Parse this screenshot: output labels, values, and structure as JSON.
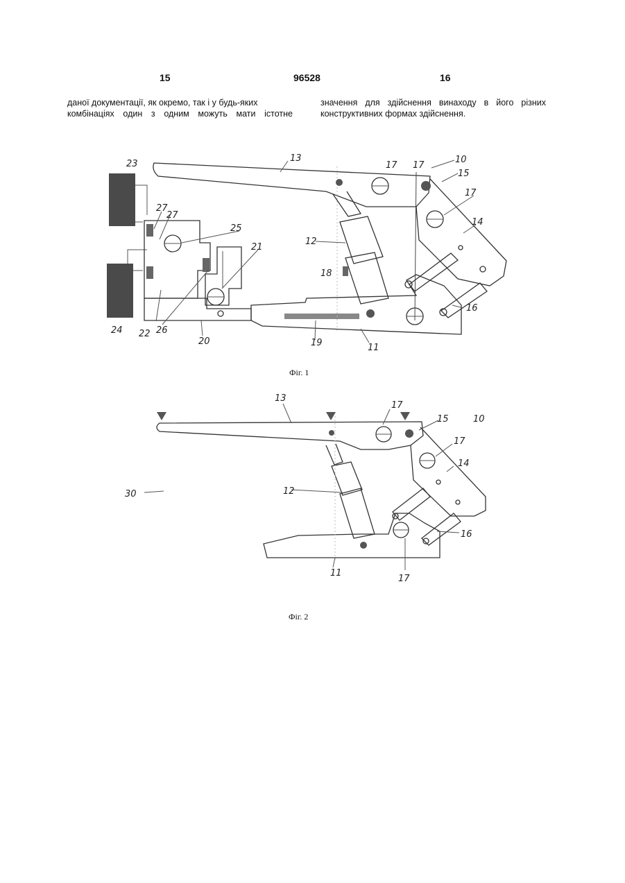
{
  "header": {
    "left_page": "15",
    "patent_number": "96528",
    "right_page": "16"
  },
  "text": {
    "left_lines": [
      "даної документації, як окремо, так і у будь-яких",
      "комбінаціях один з одним можуть мати істотне"
    ],
    "right_lines": [
      "значення для здійснення винаходу в його різних",
      "конструктивних формах здійснення."
    ]
  },
  "figure1": {
    "caption": "Фіг. 1",
    "labels": {
      "l23": "23",
      "l24": "24",
      "l27a": "27",
      "l27b": "27",
      "l25": "25",
      "l21": "21",
      "l22": "22",
      "l26": "26",
      "l20": "20",
      "l13": "13",
      "l17a": "17",
      "l17b": "17",
      "l10": "10",
      "l15": "15",
      "l17c": "17",
      "l14": "14",
      "l12": "12",
      "l18": "18",
      "l19": "19",
      "l11": "11",
      "l16": "16"
    }
  },
  "figure2": {
    "caption": "Фіг. 2",
    "labels": {
      "l13": "13",
      "l17a": "17",
      "l15": "15",
      "l10": "10",
      "l17b": "17",
      "l14": "14",
      "l30": "30",
      "l12": "12",
      "l16": "16",
      "l11": "11",
      "l17c": "17"
    }
  }
}
